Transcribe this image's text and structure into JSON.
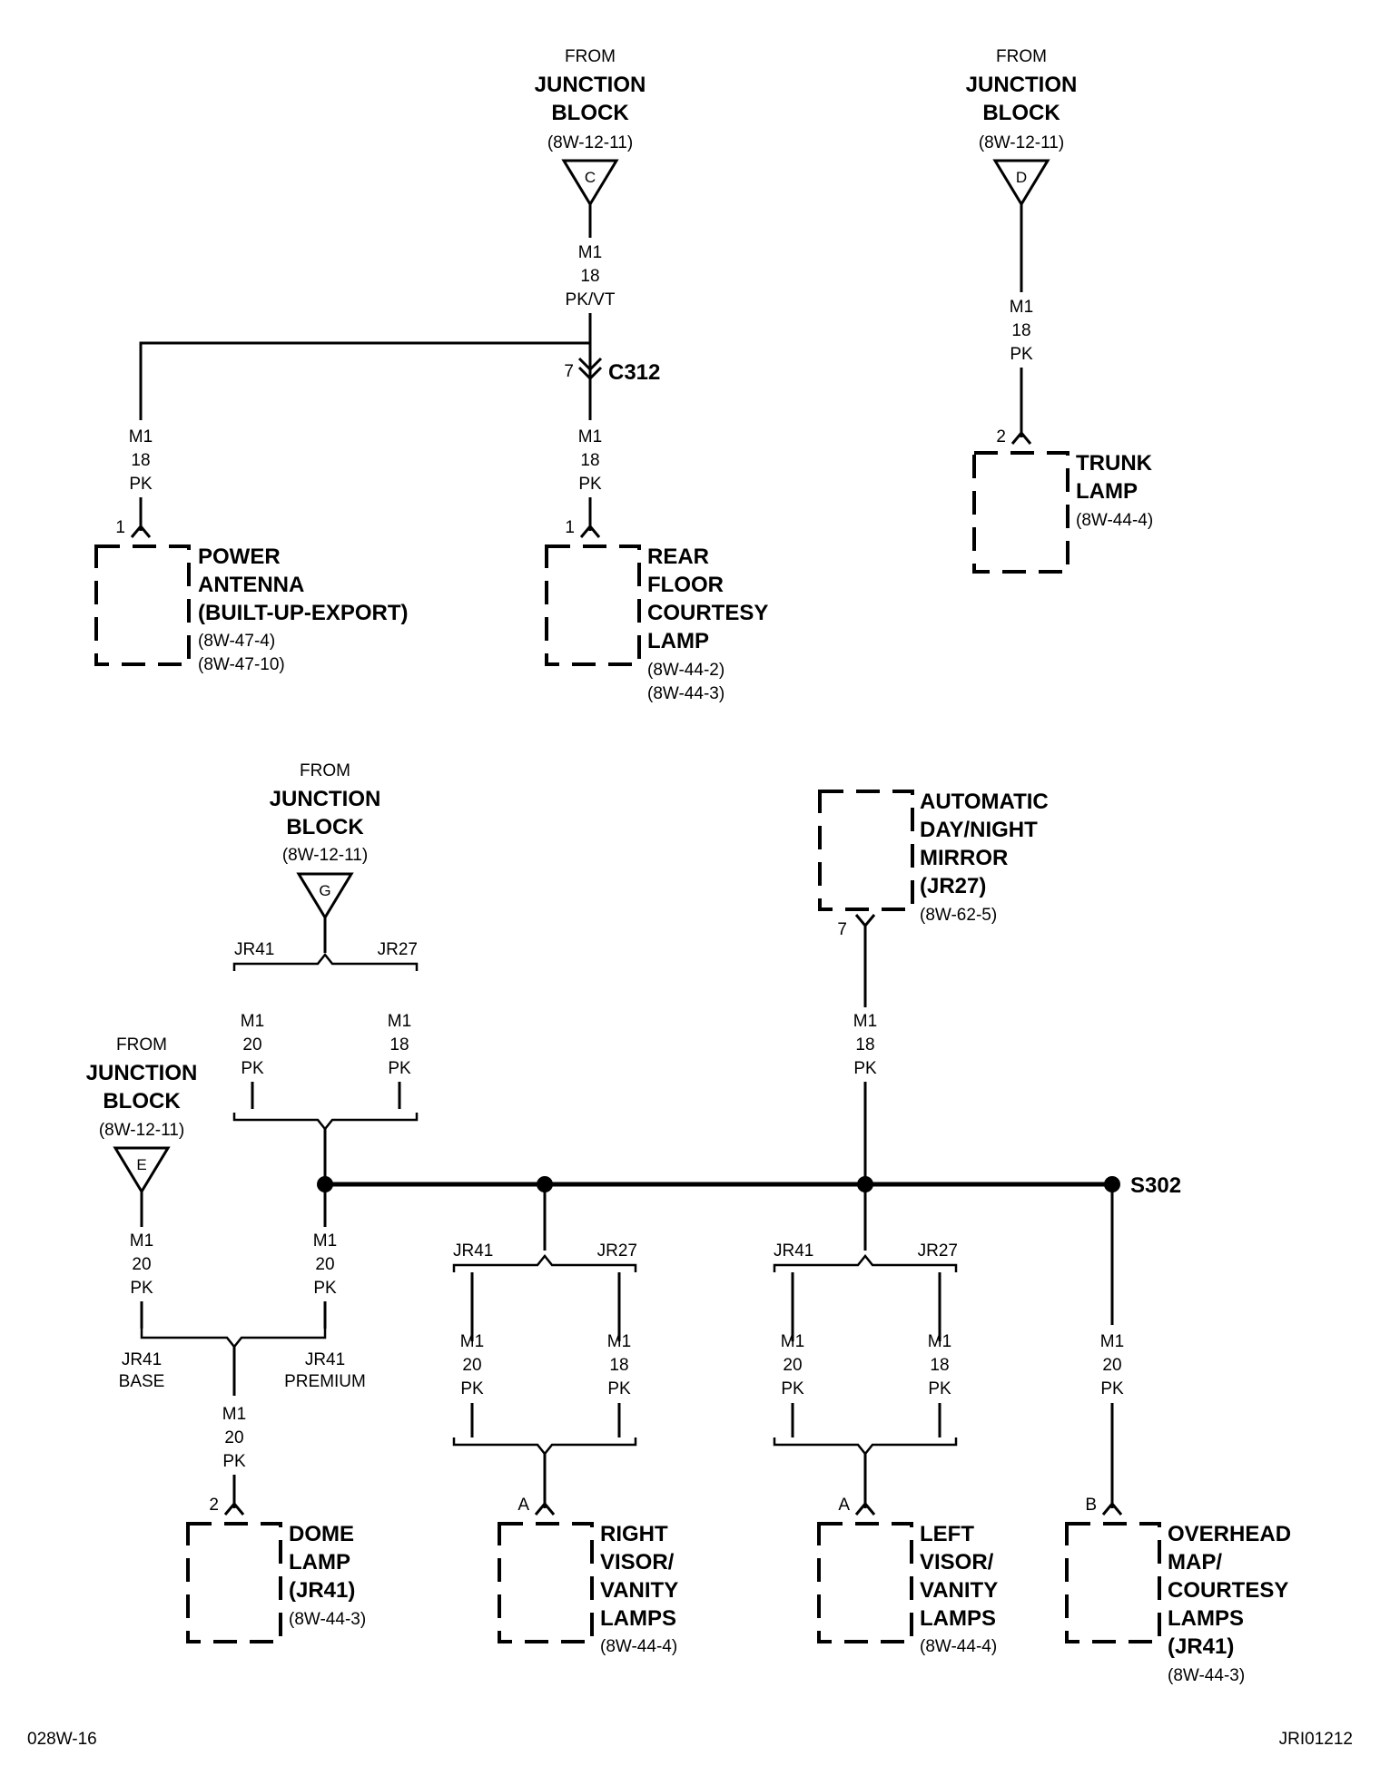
{
  "sources": {
    "c": {
      "from": "FROM",
      "line1": "JUNCTION",
      "line2": "BLOCK",
      "ref": "(8W-12-11)",
      "letter": "C"
    },
    "d": {
      "from": "FROM",
      "line1": "JUNCTION",
      "line2": "BLOCK",
      "ref": "(8W-12-11)",
      "letter": "D"
    },
    "g": {
      "from": "FROM",
      "line1": "JUNCTION",
      "line2": "BLOCK",
      "ref": "(8W-12-11)",
      "letter": "G"
    },
    "e": {
      "from": "FROM",
      "line1": "JUNCTION",
      "line2": "BLOCK",
      "ref": "(8W-12-11)",
      "letter": "E"
    }
  },
  "connector_c312": {
    "name": "C312",
    "pin": "7"
  },
  "splice": {
    "name": "S302"
  },
  "wires": {
    "c_main": {
      "circuit": "M1",
      "gauge": "18",
      "color": "PK/VT"
    },
    "d_main": {
      "circuit": "M1",
      "gauge": "18",
      "color": "PK"
    },
    "antenna": {
      "circuit": "M1",
      "gauge": "18",
      "color": "PK"
    },
    "rear_floor": {
      "circuit": "M1",
      "gauge": "18",
      "color": "PK"
    },
    "g_jr41": {
      "circuit": "M1",
      "gauge": "20",
      "color": "PK"
    },
    "g_jr27": {
      "circuit": "M1",
      "gauge": "18",
      "color": "PK"
    },
    "mirror": {
      "circuit": "M1",
      "gauge": "18",
      "color": "PK"
    },
    "e_main": {
      "circuit": "M1",
      "gauge": "20",
      "color": "PK"
    },
    "splice_left": {
      "circuit": "M1",
      "gauge": "20",
      "color": "PK"
    },
    "dome": {
      "circuit": "M1",
      "gauge": "20",
      "color": "PK"
    },
    "rv_jr41": {
      "circuit": "M1",
      "gauge": "20",
      "color": "PK"
    },
    "rv_jr27": {
      "circuit": "M1",
      "gauge": "18",
      "color": "PK"
    },
    "lv_jr41": {
      "circuit": "M1",
      "gauge": "20",
      "color": "PK"
    },
    "lv_jr27": {
      "circuit": "M1",
      "gauge": "18",
      "color": "PK"
    },
    "overhead": {
      "circuit": "M1",
      "gauge": "20",
      "color": "PK"
    }
  },
  "options": {
    "jr41": "JR41",
    "jr27": "JR27",
    "base": "BASE",
    "premium": "PREMIUM"
  },
  "components": {
    "power_antenna": {
      "lines": [
        "POWER",
        "ANTENNA",
        "(BUILT-UP-EXPORT)"
      ],
      "refs": [
        "(8W-47-4)",
        "(8W-47-10)"
      ],
      "pin": "1"
    },
    "rear_floor_lamp": {
      "lines": [
        "REAR",
        "FLOOR",
        "COURTESY",
        "LAMP"
      ],
      "refs": [
        "(8W-44-2)",
        "(8W-44-3)"
      ],
      "pin": "1"
    },
    "trunk_lamp": {
      "lines": [
        "TRUNK",
        "LAMP"
      ],
      "refs": [
        "(8W-44-4)"
      ],
      "pin": "2"
    },
    "mirror": {
      "lines": [
        "AUTOMATIC",
        "DAY/NIGHT",
        "MIRROR",
        "(JR27)"
      ],
      "refs": [
        "(8W-62-5)"
      ],
      "pin": "7"
    },
    "dome_lamp": {
      "lines": [
        "DOME",
        "LAMP",
        "(JR41)"
      ],
      "refs": [
        "(8W-44-3)"
      ],
      "pin": "2"
    },
    "right_visor": {
      "lines": [
        "RIGHT",
        "VISOR/",
        "VANITY",
        "LAMPS"
      ],
      "refs": [
        "(8W-44-4)"
      ],
      "pin": "A"
    },
    "left_visor": {
      "lines": [
        "LEFT",
        "VISOR/",
        "VANITY",
        "LAMPS"
      ],
      "refs": [
        "(8W-44-4)"
      ],
      "pin": "A"
    },
    "overhead": {
      "lines": [
        "OVERHEAD",
        "MAP/",
        "COURTESY",
        "LAMPS",
        "(JR41)"
      ],
      "refs": [
        "(8W-44-3)"
      ],
      "pin": "B"
    }
  },
  "footer": {
    "left": "028W-16",
    "right": "JRI01212"
  }
}
